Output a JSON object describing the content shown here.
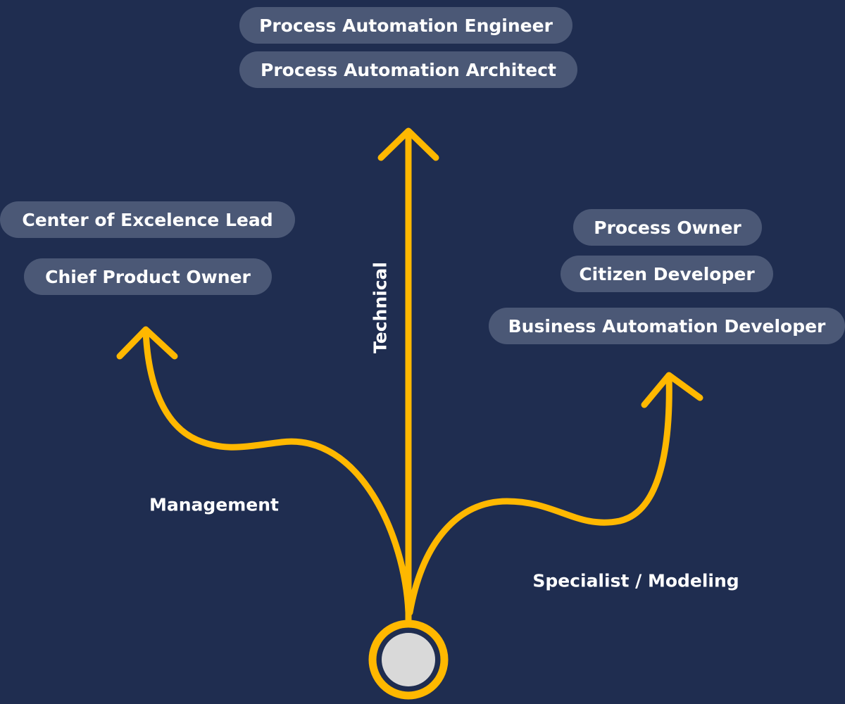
{
  "colors": {
    "background": "#1f2d50",
    "path": "#ffb800",
    "pill": "#4b5876",
    "origin": "#d9d9d9"
  },
  "tracks": {
    "technical": {
      "label": "Technical",
      "roles": [
        "Process Automation Engineer",
        "Process Automation Architect"
      ]
    },
    "management": {
      "label": "Management",
      "roles": [
        "Center of Excelence Lead",
        "Chief Product Owner"
      ]
    },
    "specialist": {
      "label": "Specialist / Modeling",
      "roles": [
        "Process Owner",
        "Citizen Developer",
        "Business Automation Developer"
      ]
    }
  }
}
